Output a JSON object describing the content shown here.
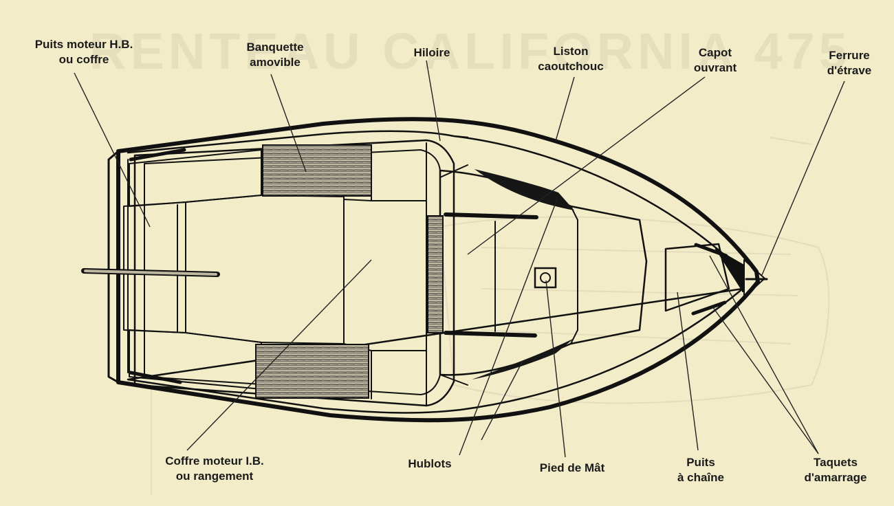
{
  "background_color": "#f3ecc9",
  "ink_color": "#1a1a1a",
  "watermark_text": "RENTEAU CALIFORNIA 475",
  "labels": {
    "puits_moteur": {
      "line1": "Puits moteur H.B.",
      "line2": "ou coffre"
    },
    "banquette": {
      "line1": "Banquette",
      "line2": "amovible"
    },
    "hiloire": {
      "line1": "Hiloire"
    },
    "liston": {
      "line1": "Liston",
      "line2": "caoutchouc"
    },
    "capot": {
      "line1": "Capot",
      "line2": "ouvrant"
    },
    "ferrure": {
      "line1": "Ferrure",
      "line2": "d'étrave"
    },
    "coffre_moteur": {
      "line1": "Coffre moteur I.B.",
      "line2": "ou rangement"
    },
    "hublots": {
      "line1": "Hublots"
    },
    "pied_de_mat": {
      "line1": "Pied de Mât"
    },
    "puits_chaine": {
      "line1": "Puits",
      "line2": "à chaîne"
    },
    "taquets": {
      "line1": "Taquets",
      "line2": "d'amarrage"
    }
  }
}
